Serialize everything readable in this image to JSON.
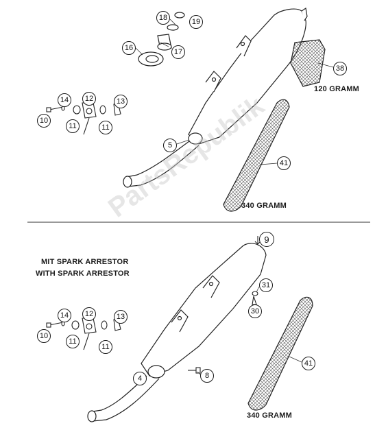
{
  "diagram": {
    "weights": {
      "silencer_small_top": "120 GRAMM",
      "silencer_large_top": "340 GRAMM",
      "silencer_large_bottom": "340 GRAMM"
    },
    "section_titles": {
      "line1": "MIT SPARK ARRESTOR",
      "line2": "WITH SPARK ARRESTOR"
    },
    "watermark": "PartsRepublik",
    "callouts": {
      "c18": "18",
      "c19": "19",
      "c16": "16",
      "c17": "17",
      "c38": "38",
      "c14a": "14",
      "c12a": "12",
      "c13a": "13",
      "c10a": "10",
      "c11a": "11",
      "c11b": "11",
      "c5": "5",
      "c41a": "41",
      "c9": "9",
      "c31": "31",
      "c30": "30",
      "c14b": "14",
      "c12b": "12",
      "c13b": "13",
      "c10b": "10",
      "c11c": "11",
      "c11d": "11",
      "c4": "4",
      "c8": "8",
      "c41b": "41"
    }
  }
}
